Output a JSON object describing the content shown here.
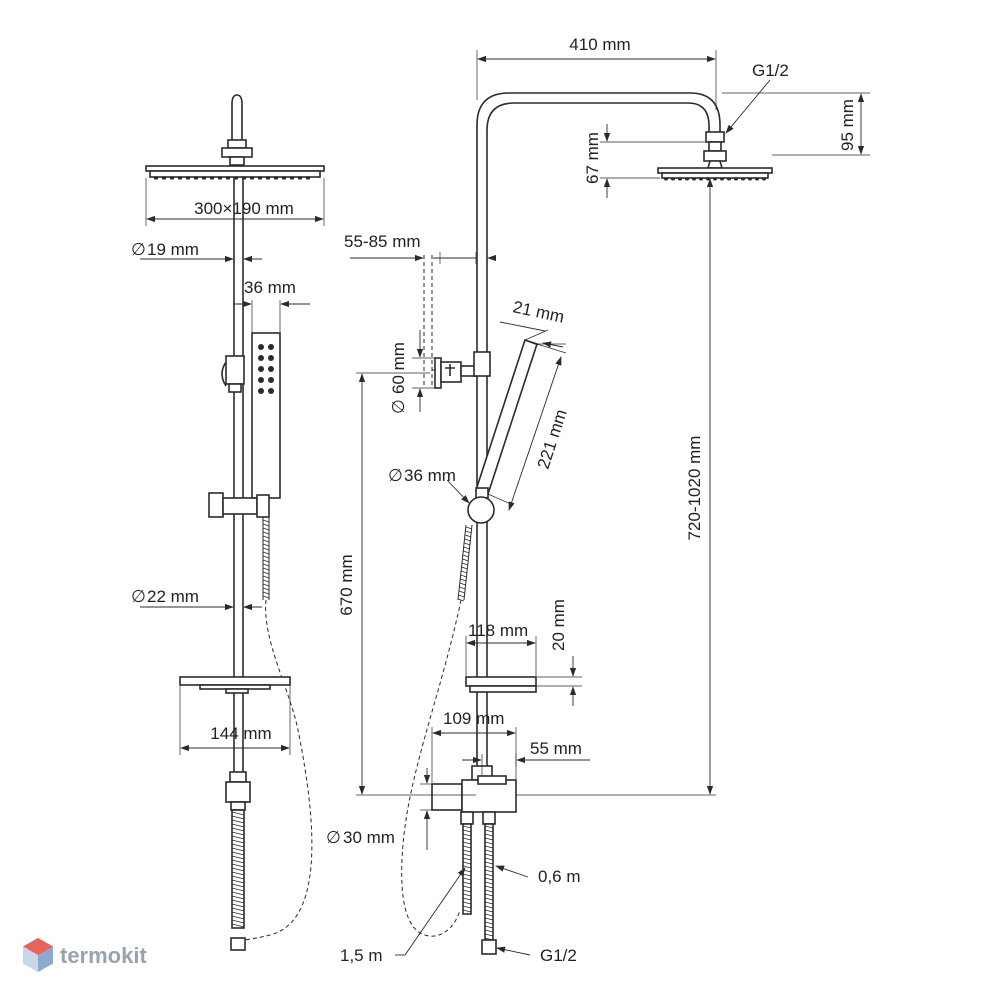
{
  "watermark": {
    "brand": "termokit",
    "logo_icon": "hexagon-cube-icon"
  },
  "front_view": {
    "head_size": "300×190 mm",
    "pipe_upper": "19 mm",
    "handset_width": "36 mm",
    "pipe_lower": "22 mm",
    "shelf_width": "144 mm"
  },
  "side_view": {
    "arm_length": "410 mm",
    "head_thread": "G1/2",
    "head_drop": "95 mm",
    "head_height": "67 mm",
    "holder_offset": "55-85 mm",
    "bracket_diameter": "60 mm",
    "handset_thickness": "21 mm",
    "handset_length": "221 mm",
    "slider_diameter": "36 mm",
    "rail_height": "670 mm",
    "total_height": "720-1020 mm",
    "shelf_depth": "118 mm",
    "shelf_thickness": "20 mm",
    "mixer_width": "109 mm",
    "mixer_half": "55 mm",
    "mixer_diameter": "30 mm",
    "hose_short": "0,6 m",
    "hose_long": "1,5 m",
    "inlet_thread": "G1/2"
  },
  "diameter_symbol": "∅"
}
